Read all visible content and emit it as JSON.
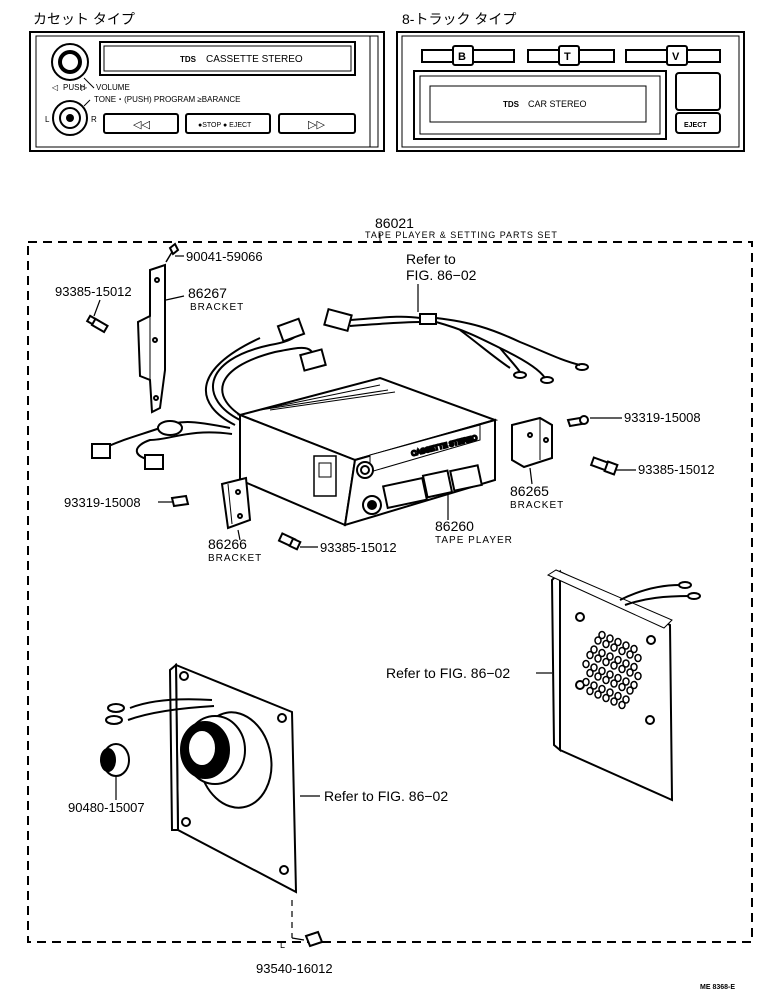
{
  "top_panels": {
    "cassette": {
      "title": "カセット タイプ",
      "display": "CASSETTE STEREO",
      "logo": "TDS",
      "volume_label": "VOLUME",
      "push_small": "PUSH",
      "tone_line": "TONE・(PUSH) PROGRAM ≥BARANCE",
      "lr_left": "L",
      "lr_right": "R",
      "btn_rewind": "◁◁",
      "btn_stop": "●STOP ● EJECT",
      "btn_ff": "▷▷"
    },
    "eight_track": {
      "title": "8-トラック タイプ",
      "btn_b": "B",
      "btn_t": "T",
      "btn_v": "V",
      "display": "CAR STEREO",
      "logo": "TDS",
      "eject": "EJECT"
    }
  },
  "assembly": {
    "number": "86021",
    "name": "TAPE PLAYER & SETTING PARTS SET"
  },
  "parts": [
    {
      "id": "p-90041",
      "number": "90041-59066"
    },
    {
      "id": "p-93385-a",
      "number": "93385-15012"
    },
    {
      "id": "p-86267",
      "number": "86267",
      "name": "BRACKET"
    },
    {
      "id": "p-93319-a",
      "number": "93319-15008"
    },
    {
      "id": "p-93385-b",
      "number": "93385-15012"
    },
    {
      "id": "p-86265",
      "number": "86265",
      "name": "BRACKET"
    },
    {
      "id": "p-93319-b",
      "number": "93319-15008"
    },
    {
      "id": "p-86266",
      "number": "86266",
      "name": "BRACKET"
    },
    {
      "id": "p-93385-c",
      "number": "93385-15012"
    },
    {
      "id": "p-86260",
      "number": "86260",
      "name": "TAPE PLAYER"
    },
    {
      "id": "p-90480",
      "number": "90480-15007"
    },
    {
      "id": "p-93540",
      "number": "93540-16012"
    }
  ],
  "references": {
    "harness_line1": "Refer to",
    "harness_line2": "FIG. 86−02",
    "speaker_right": "Refer to FIG. 86−02",
    "speaker_left": "Refer to FIG. 86−02"
  },
  "player_face_label": "CASSETTE STEREO",
  "footer_code": "ME 8368-E",
  "small_letter": "L"
}
